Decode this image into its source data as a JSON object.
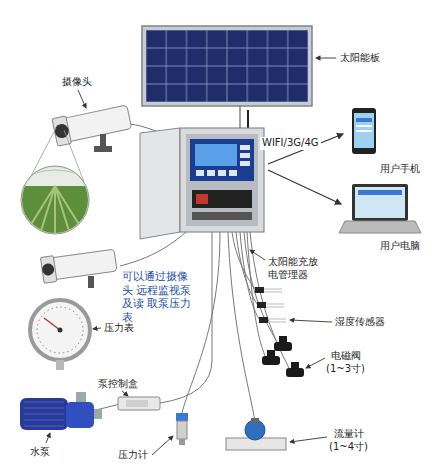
{
  "diagram": {
    "labels": [
      "摄像头",
      "太阳能板",
      "WIFI/3G/4G",
      "用户手机",
      "用户电脑",
      "太阳能充放 电管理器",
      "可以通过摄像头 远程监视泵及读 取泵压力表",
      "湿度传感器",
      "压力表",
      "电磁阀 (1~3寸)",
      "泵控制盒",
      "流量计 (1~4寸)",
      "水泵",
      "压力计"
    ]
  }
}
